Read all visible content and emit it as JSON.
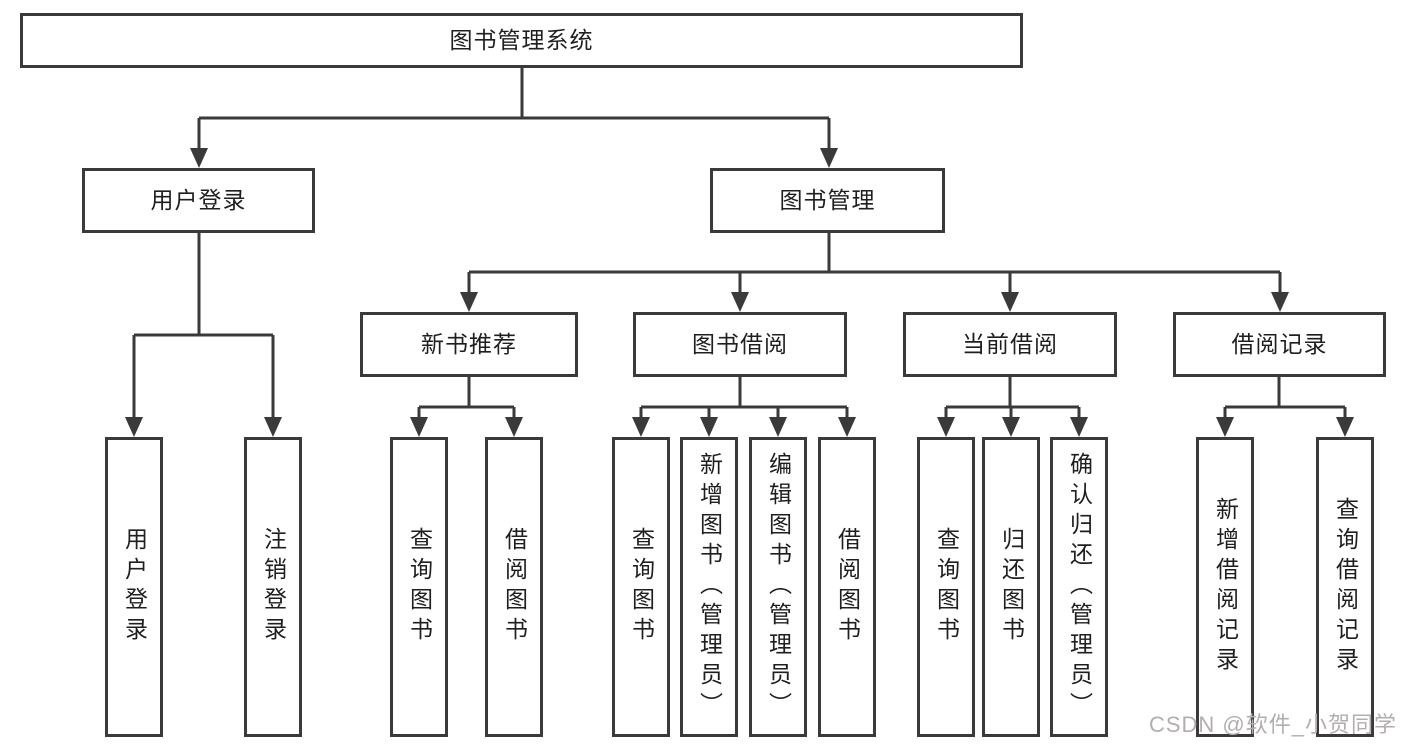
{
  "diagram": {
    "root": {
      "label": "图书管理系统"
    },
    "branches": [
      {
        "label": "用户登录",
        "children": [
          {
            "label": "用户登录"
          },
          {
            "label": "注销登录"
          }
        ]
      },
      {
        "label": "图书管理",
        "children": [
          {
            "label": "新书推荐",
            "children": [
              {
                "label": "查询图书"
              },
              {
                "label": "借阅图书"
              }
            ]
          },
          {
            "label": "图书借阅",
            "children": [
              {
                "label": "查询图书"
              },
              {
                "label": "新增图书（管理员）"
              },
              {
                "label": "编辑图书（管理员）"
              },
              {
                "label": "借阅图书"
              }
            ]
          },
          {
            "label": "当前借阅",
            "children": [
              {
                "label": "查询图书"
              },
              {
                "label": "归还图书"
              },
              {
                "label": "确认归还（管理员）"
              }
            ]
          },
          {
            "label": "借阅记录",
            "children": [
              {
                "label": "新增借阅记录"
              },
              {
                "label": "查询借阅记录"
              }
            ]
          }
        ]
      }
    ]
  },
  "watermark": {
    "text": "CSDN @软件_小贺同学"
  },
  "colors": {
    "line": "#3a3a3a",
    "text": "#1f1f1f",
    "watermark": "#b3adaf",
    "background": "#ffffff"
  }
}
